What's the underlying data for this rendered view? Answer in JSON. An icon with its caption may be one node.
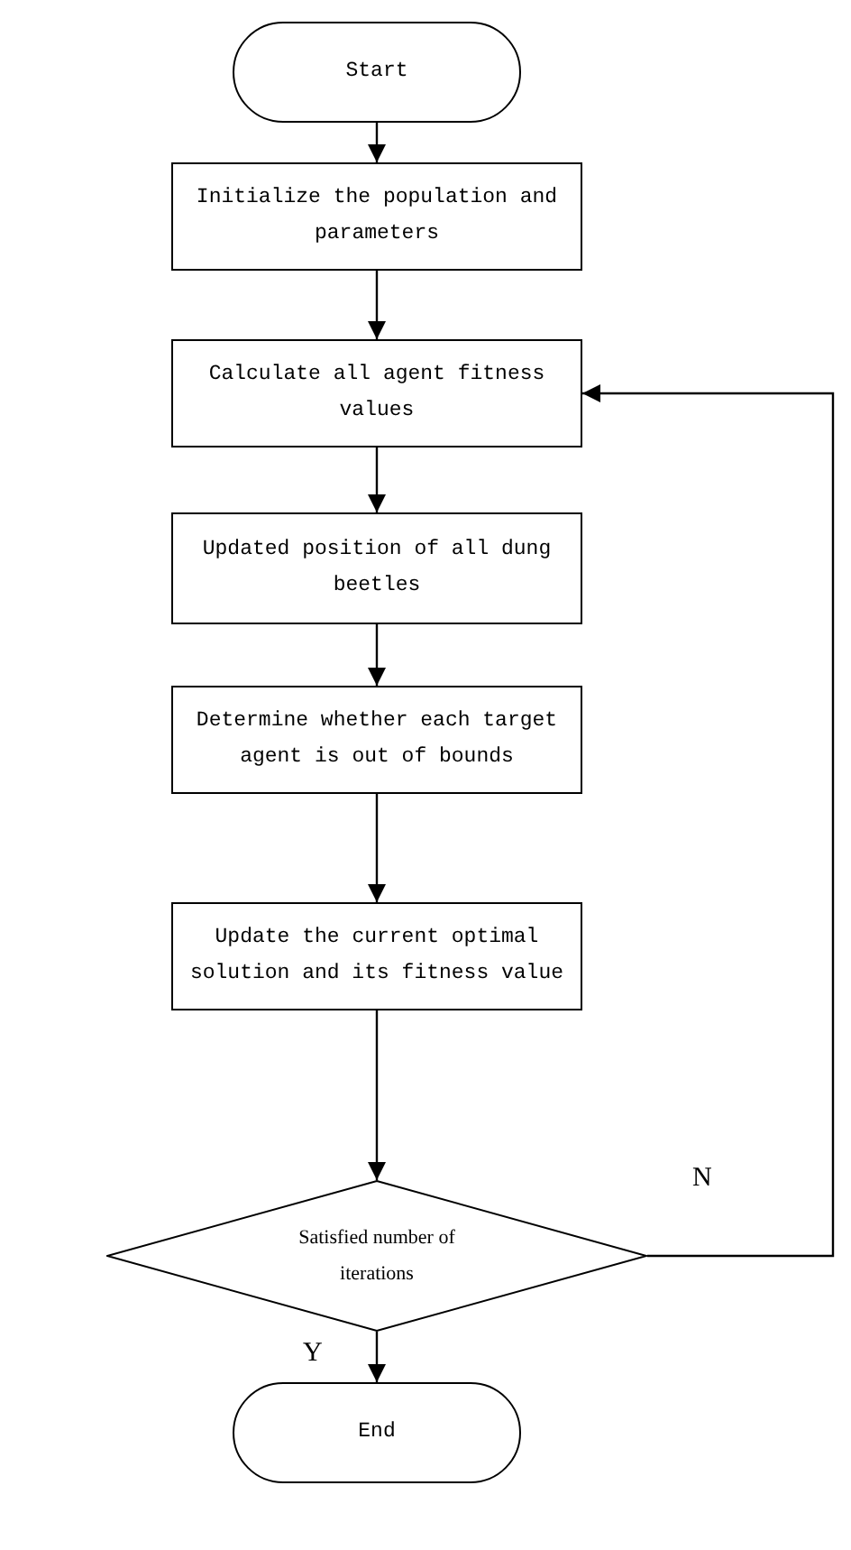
{
  "diagram": {
    "nodes": [
      {
        "text": [
          "Start"
        ]
      },
      {
        "text": [
          "Initialize the population and parameters"
        ]
      },
      {
        "text": [
          "Calculate all agent fitness values"
        ]
      },
      {
        "text": [
          "Updated position of all dung beetles"
        ]
      },
      {
        "text": [
          "Determine whether each target agent is out of bounds"
        ]
      },
      {
        "text": [
          "Update the current optimal solution and its fitness value"
        ]
      },
      {
        "text": [
          "Satisfied number of iterations"
        ]
      },
      {
        "text": [
          "End"
        ]
      }
    ],
    "edges": [
      {
        "from": 0,
        "to": 1,
        "arrow": "to"
      },
      {
        "from": 1,
        "to": 2,
        "arrow": "to"
      },
      {
        "from": 2,
        "to": 3,
        "arrow": "to"
      },
      {
        "from": 3,
        "to": 4,
        "arrow": "to"
      },
      {
        "from": 4,
        "to": 5,
        "arrow": "to"
      },
      {
        "from": 5,
        "to": 6,
        "arrow": "to"
      },
      {
        "from": 6,
        "to": 7,
        "arrow": "to",
        "label": "Y"
      },
      {
        "from": 6,
        "to": 2,
        "arrow": "to",
        "label": "N"
      }
    ]
  }
}
